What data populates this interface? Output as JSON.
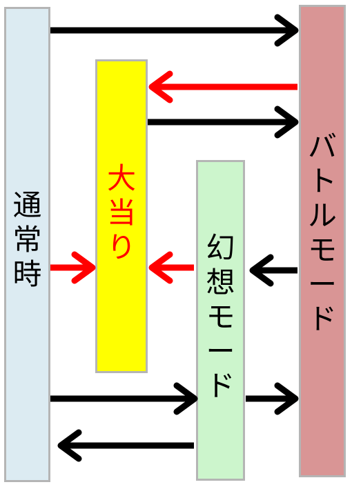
{
  "boxes": {
    "normal": {
      "label": "通常時"
    },
    "jackpot": {
      "label": "大当り"
    },
    "fantasy": {
      "label": "幻想モード"
    },
    "battle": {
      "label": "バトルモード"
    }
  },
  "colors": {
    "normal_fill": "#dcebf2",
    "jackpot_fill": "#ffff00",
    "jackpot_text": "#ff0000",
    "fantasy_fill": "#ccf5cc",
    "battle_fill": "#d99595",
    "arrow_black": "#000000",
    "arrow_red": "#ff0000"
  },
  "arrows": [
    {
      "from": "通常時",
      "to": "バトルモード",
      "color": "black"
    },
    {
      "from": "バトルモード",
      "to": "大当り",
      "color": "red"
    },
    {
      "from": "大当り",
      "to": "バトルモード",
      "color": "black"
    },
    {
      "from": "通常時",
      "to": "大当り",
      "color": "red"
    },
    {
      "from": "幻想モード",
      "to": "大当り",
      "color": "red"
    },
    {
      "from": "バトルモード",
      "to": "幻想モード",
      "color": "black"
    },
    {
      "from": "通常時",
      "to": "幻想モード",
      "color": "black"
    },
    {
      "from": "幻想モード",
      "to": "バトルモード",
      "color": "black"
    },
    {
      "from": "幻想モード",
      "to": "通常時",
      "color": "black"
    }
  ]
}
